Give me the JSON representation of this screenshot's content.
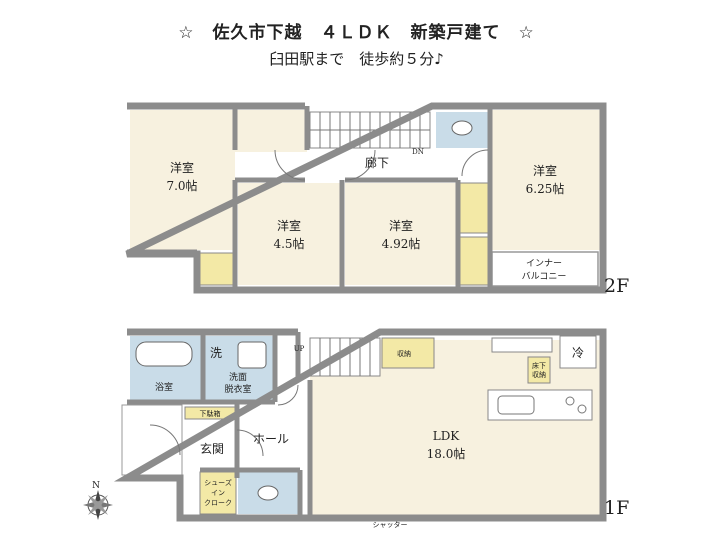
{
  "header": {
    "title": "☆　佐久市下越　４ＬＤＫ　新築戸建て　☆",
    "subtitle": "臼田駅まで　徒歩約５分♪"
  },
  "floor2": {
    "label": "2F",
    "rooms": {
      "western_a": {
        "name": "洋室",
        "size": "7.0帖"
      },
      "western_b": {
        "name": "洋室",
        "size": "4.5帖"
      },
      "western_c": {
        "name": "洋室",
        "size": "4.92帖"
      },
      "western_d": {
        "name": "洋室",
        "size": "6.25帖"
      },
      "hallway": "廊下",
      "dn": "DN",
      "inner_balcony_1": "インナー",
      "inner_balcony_2": "バルコニー"
    }
  },
  "floor1": {
    "label": "1F",
    "rooms": {
      "ldk": {
        "name": "LDK",
        "size": "18.0帖"
      },
      "hall": "ホール",
      "entrance": "玄関",
      "bath": "浴室",
      "washroom_1": "洗面",
      "washroom_2": "脱衣室",
      "washer": "洗",
      "fridge": "冷",
      "storage": "収納",
      "under_stair_1": "床下",
      "under_stair_2": "収納",
      "shoe_rack": "下駄箱",
      "shoe_closet_1": "シューズ",
      "shoe_closet_2": "イン",
      "shoe_closet_3": "クローク",
      "up": "UP",
      "shutter": "シャッター"
    }
  },
  "compass": {
    "north": "N"
  }
}
